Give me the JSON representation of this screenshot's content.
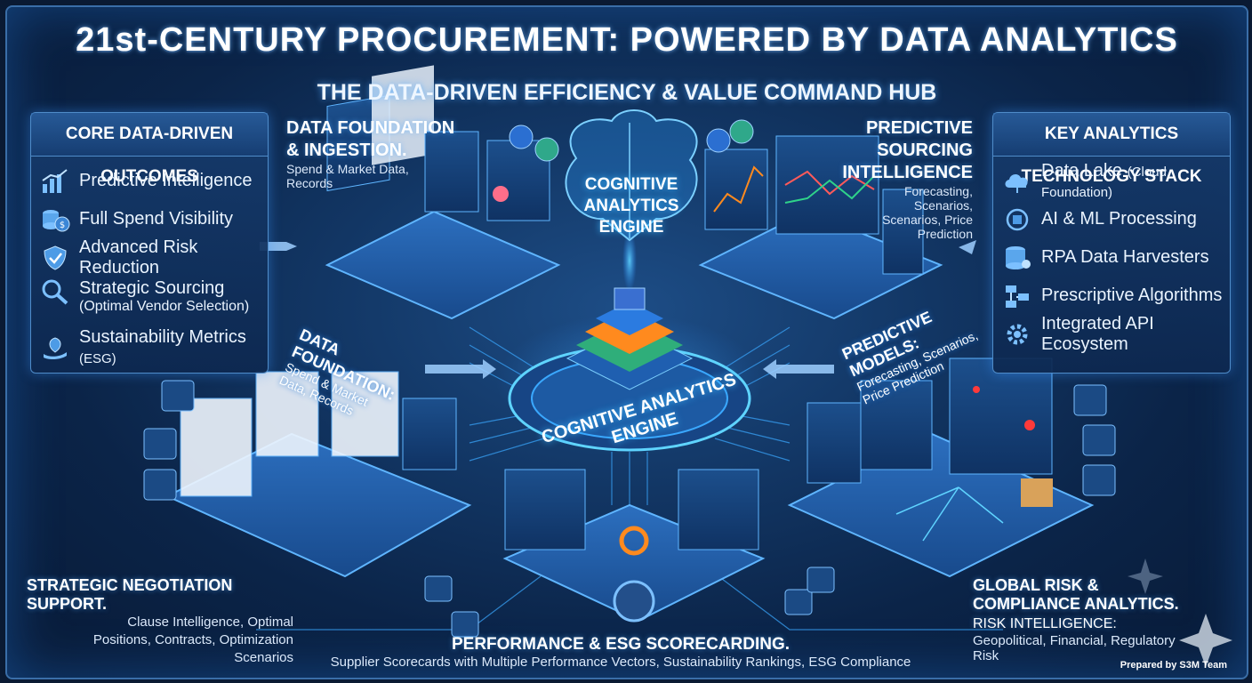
{
  "title": "21st-CENTURY PROCUREMENT: POWERED BY DATA ANALYTICS",
  "subtitle": "THE DATA-DRIVEN EFFICIENCY & VALUE COMMAND HUB",
  "outcomes": {
    "heading": "CORE DATA-DRIVEN OUTCOMES",
    "items": [
      {
        "label": "Predictive Intelligence",
        "icon": "bar-chart-icon"
      },
      {
        "label": "Full Spend Visibility",
        "icon": "coins-icon"
      },
      {
        "label": "Advanced Risk Reduction",
        "icon": "shield-icon"
      },
      {
        "label": "Strategic Sourcing",
        "note": "(Optimal Vendor Selection)",
        "icon": "magnifier-icon"
      },
      {
        "label": "Sustainability Metrics",
        "note": "(ESG)",
        "icon": "leaf-hand-icon"
      }
    ]
  },
  "stack": {
    "heading": "KEY ANALYTICS TECHNOLOGY STACK",
    "items": [
      {
        "label": "Data Lake",
        "note": "(Cloud Foundation)",
        "icon": "cloud-icon"
      },
      {
        "label": "AI & ML Processing",
        "icon": "brain-chip-icon"
      },
      {
        "label": "RPA Data Harvesters",
        "icon": "database-icon"
      },
      {
        "label": "Prescriptive Algorithms",
        "icon": "flowchart-icon"
      },
      {
        "label": "Integrated API Ecosystem",
        "icon": "gear-icon"
      }
    ]
  },
  "engine": {
    "brain_label": "COGNITIVE ANALYTICS ENGINE",
    "ring_label": "COGNITIVE ANALYTICS ENGINE"
  },
  "sections": {
    "data_foundation": {
      "title": "DATA FOUNDATION & INGESTION.",
      "desc": "Spend & Market Data, Records"
    },
    "data_foundation_flow": {
      "title": "DATA FOUNDATION:",
      "desc": "Spend & Market Data, Records"
    },
    "predictive_sourcing": {
      "title": "PREDICTIVE SOURCING INTELLIGENCE",
      "desc": "Forecasting, Scenarios, Scenarios, Price Prediction"
    },
    "predictive_models": {
      "title": "PREDICTIVE MODELS:",
      "desc": "Forecasting, Scenarios, Price Prediction"
    },
    "negotiation": {
      "title": "STRATEGIC NEGOTIATION SUPPORT.",
      "desc": "Clause Intelligence, Optimal Positions, Contracts, Optimization Scenarios"
    },
    "risk": {
      "title": "GLOBAL RISK & COMPLIANCE ANALYTICS.",
      "title_suffix": "RISK INTELLIGENCE:",
      "desc": "Geopolitical, Financial, Regulatory Risk"
    },
    "performance": {
      "title": "PERFORMANCE & ESG SCORECARDING.",
      "desc": "Supplier Scorecards with Multiple Performance Vectors, Sustainability Rankings, ESG Compliance"
    }
  },
  "credit": "Prepared by S3M Team",
  "colors": {
    "accent": "#39b6ff",
    "orange": "#ff8a1e",
    "green": "#2fd38a",
    "panel_border": "#4f8cc9"
  }
}
